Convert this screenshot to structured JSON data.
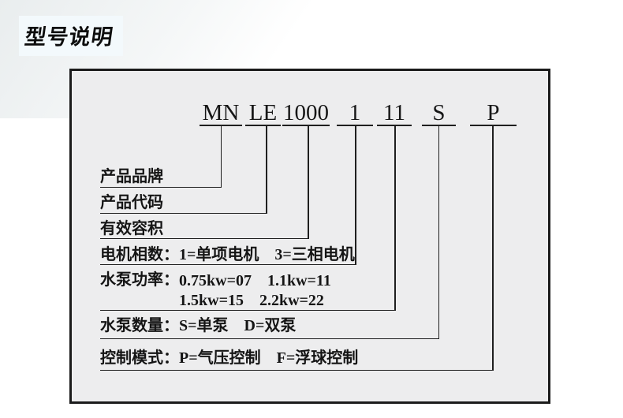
{
  "title": "型号说明",
  "colors": {
    "page_background": "#ffffff",
    "box_background": "#ededee",
    "line": "#1f1f1f",
    "text": "#111111",
    "title_highlight": "#f3f9fc"
  },
  "model_code": {
    "segments": [
      {
        "id": "brand",
        "text": "MN"
      },
      {
        "id": "product-code",
        "text": "LE"
      },
      {
        "id": "volume",
        "text": "1000"
      },
      {
        "id": "motor-phase",
        "text": "1"
      },
      {
        "id": "pump-power",
        "text": "11"
      },
      {
        "id": "pump-count",
        "text": "S"
      },
      {
        "id": "control-mode",
        "text": "P"
      }
    ]
  },
  "rows": [
    {
      "label": "产品品牌"
    },
    {
      "label": "产品代码"
    },
    {
      "label": "有效容积"
    },
    {
      "label": "电机相数：",
      "detail": "1=单项电机　3=三相电机"
    },
    {
      "label": "水泵功率：",
      "detail": "0.75kw=07　1.1kw=11",
      "detail_line2": "1.5kw=15　2.2kw=22"
    },
    {
      "label": "水泵数量：",
      "detail": "S=单泵　D=双泵"
    },
    {
      "label": "控制模式：",
      "detail": "P=气压控制　F=浮球控制"
    }
  ]
}
